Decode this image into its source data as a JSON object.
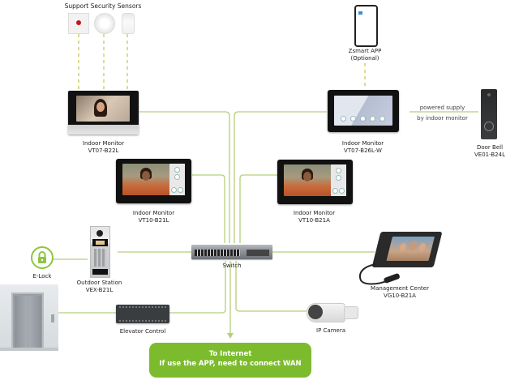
{
  "sensors": {
    "title": "Support Security Sensors",
    "items": [
      "emergency-button",
      "smoke-detector",
      "pir-sensor"
    ]
  },
  "devices": {
    "monitor_b22l": {
      "name": "Indoor Monitor",
      "model": "VT07-B22L"
    },
    "monitor_b26l": {
      "name": "Indoor Monitor",
      "model": "VT07-B26L-W"
    },
    "monitor_b21l": {
      "name": "Indoor Monitor",
      "model": "VT10-B21L"
    },
    "monitor_b21a": {
      "name": "Indoor Monitor",
      "model": "VT10-B21A"
    },
    "app": {
      "name": "Zsmart APP",
      "note": "(Optional)"
    },
    "doorbell": {
      "name": "Door Bell",
      "model": "VE01-B24L"
    },
    "powered_note": {
      "line1": "powered supply",
      "line2": "by indoor monitor"
    },
    "elock": {
      "name": "E-Lock"
    },
    "outdoor": {
      "name": "Outdoor Station",
      "model": "VEX-B21L"
    },
    "switch": {
      "name": "Switch"
    },
    "management": {
      "name": "Management Center",
      "model": "VG10-B21A"
    },
    "elevator_control": {
      "name": "Elevator Control"
    },
    "ip_camera": {
      "name": "IP Camera"
    }
  },
  "internet": {
    "line1": "To Internet",
    "line2": "If use the APP,  need to connect WAN"
  },
  "colors": {
    "wire": "#b5cf7a",
    "wire_dashed": "#c8c85a",
    "accent_green": "#7cbb2e",
    "lock_green": "#8cc63f"
  }
}
